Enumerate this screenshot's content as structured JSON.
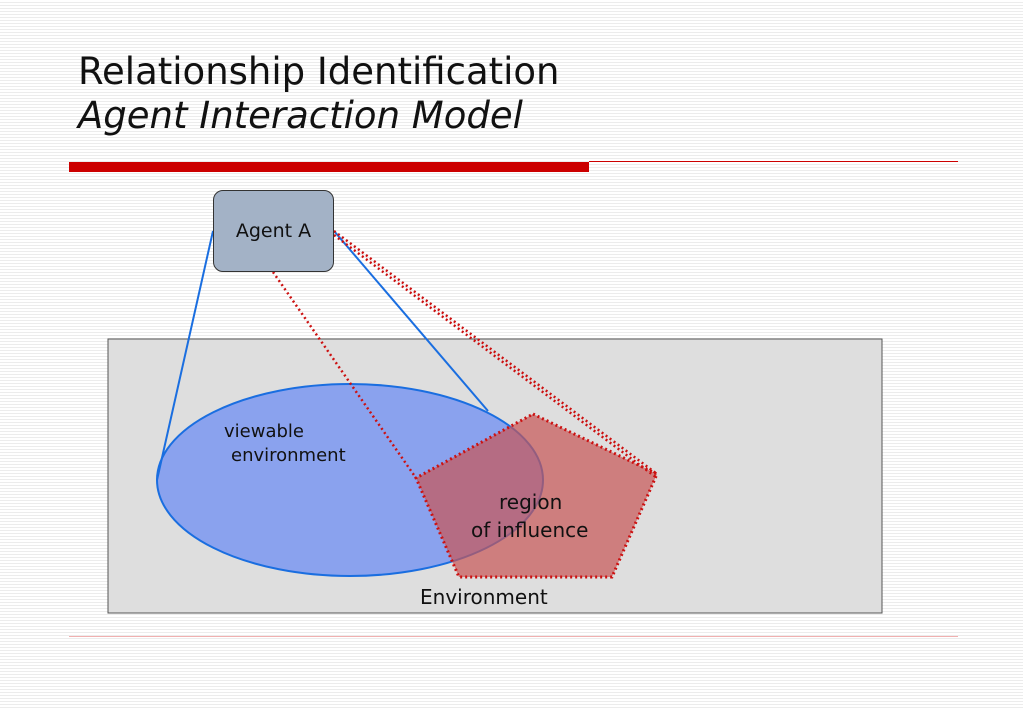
{
  "slide": {
    "title": "Relationship Identification",
    "subtitle": "Agent Interaction Model"
  },
  "diagram": {
    "agent_label": "Agent A",
    "viewable_label_line1": "viewable",
    "viewable_label_line2": "environment",
    "influence_label_line1": "region",
    "influence_label_line2": "of influence",
    "environment_label": "Environment"
  },
  "colors": {
    "accent": "#cc0000",
    "agent_fill": "#a3b2c6",
    "viewable_fill": "#8aa2ee",
    "viewable_stroke": "#1a6ee0",
    "influence_fill": "#d98080",
    "influence_stroke": "#cc1111",
    "environment_fill": "#dedede"
  }
}
